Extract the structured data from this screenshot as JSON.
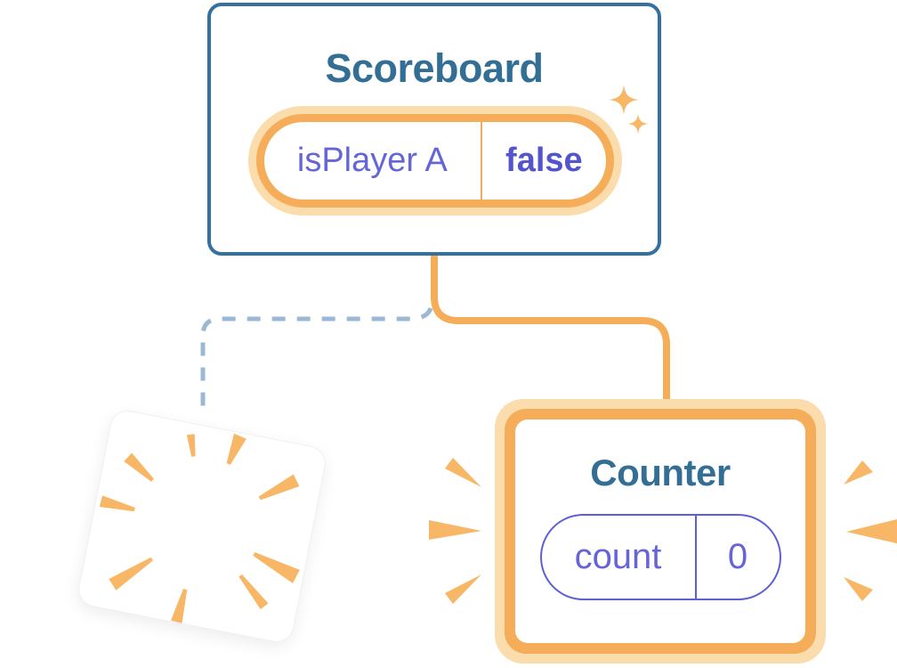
{
  "scoreboard": {
    "title": "Scoreboard",
    "state": {
      "name": "isPlayer A",
      "value": "false"
    }
  },
  "counter": {
    "title": "Counter",
    "state": {
      "name": "count",
      "value": "0"
    }
  },
  "icons": {
    "sparkles": "sparkles-icon",
    "poof_burst": "poof-burst-icon",
    "emphasis_rays": "emphasis-rays-icon"
  },
  "colors": {
    "card_border_blue": "#35719E",
    "title_text_blue": "#336E94",
    "accent_orange": "#F6AD59",
    "accent_orange_halo": "#FBDDAD",
    "ray_orange": "#F7B766",
    "state_key_indigo": "#6565D8",
    "state_value_indigo": "#5454CC",
    "count_pill_border_indigo": "#5E5ED6",
    "dashed_line_blue": "#9BB9D4"
  }
}
